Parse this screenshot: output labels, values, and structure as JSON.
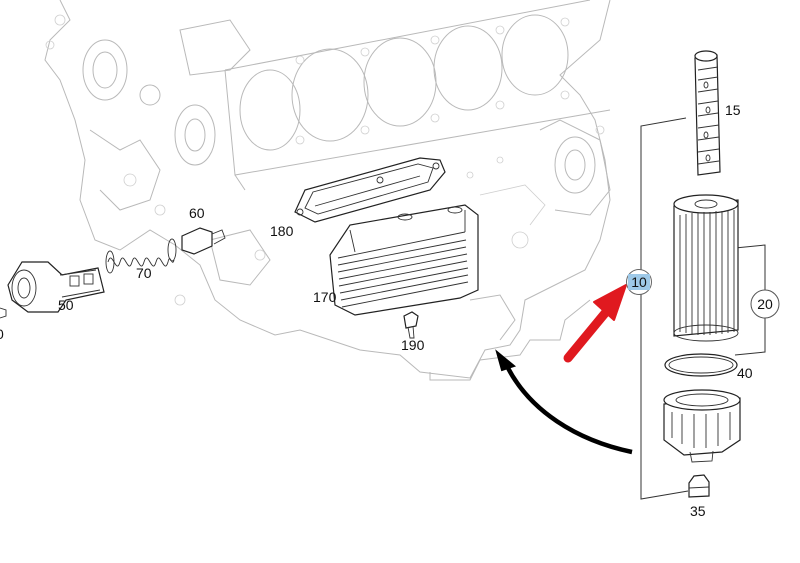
{
  "diagram": {
    "callouts": {
      "c10": "10",
      "c15": "15",
      "c20": "20",
      "c35": "35",
      "c40": "40",
      "c50": "50",
      "c60": "60",
      "c70": "70",
      "c170": "170",
      "c180": "180",
      "c190": "190",
      "c0": "0"
    },
    "highlight_color": "#9ec9e8",
    "arrow_color": "#e0191f",
    "curved_arrow_color": "#000000",
    "icons": [
      "red-pointer-arrow-icon",
      "curved-black-arrow-icon"
    ]
  }
}
